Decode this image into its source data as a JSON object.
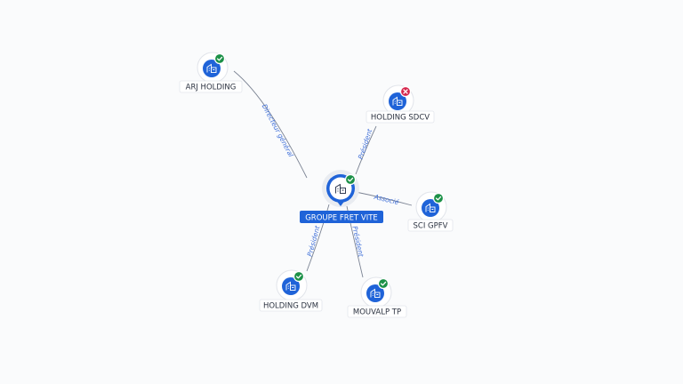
{
  "graph": {
    "center": {
      "label": "GROUPE FRET VITE",
      "status": "active",
      "icon": "building-icon"
    },
    "nodes": [
      {
        "id": "arj",
        "label": "ARJ HOLDING",
        "status": "active",
        "icon": "building-icon",
        "relation": "Directeur général"
      },
      {
        "id": "sdcv",
        "label": "HOLDING SDCV",
        "status": "inactive",
        "icon": "building-icon",
        "relation": "Président"
      },
      {
        "id": "gpfv",
        "label": "SCI GPFV",
        "status": "active",
        "icon": "building-icon",
        "relation": "Associé"
      },
      {
        "id": "dvm",
        "label": "HOLDING DVM",
        "status": "active",
        "icon": "building-icon",
        "relation": "Président"
      },
      {
        "id": "mouvalp",
        "label": "MOUVALP TP",
        "status": "active",
        "icon": "building-icon",
        "relation": "Président"
      }
    ],
    "colors": {
      "node": "#1f63d8",
      "active": "#1c9148",
      "inactive": "#d6264c",
      "edge_label": "#3f6fd8"
    }
  }
}
